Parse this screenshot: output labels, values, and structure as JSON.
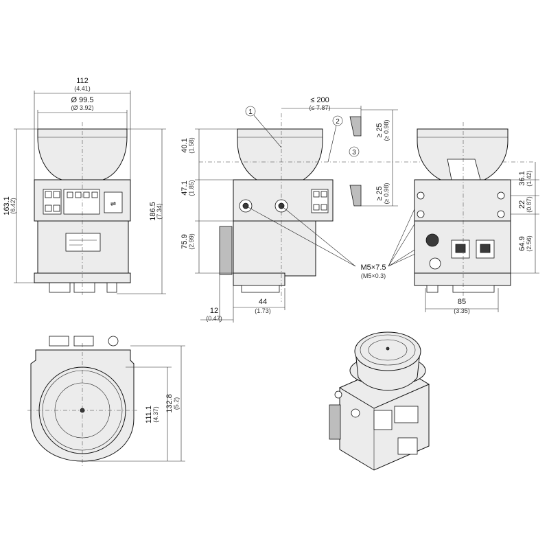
{
  "front_view": {
    "width_overall": "112",
    "width_overall_in": "(4.41)",
    "window_diameter": "Ø 99.5",
    "window_diameter_in": "(Ø 3.92)",
    "height_left": "163.1",
    "height_left_in": "(6.42)",
    "height_right": "186.5",
    "height_right_in": "(7.34)"
  },
  "side_view": {
    "distance": "≤ 200",
    "distance_in": "(≤ 7.87)",
    "h_window": "40.1",
    "h_window_in": "(1.58)",
    "h_upper": "47.1",
    "h_upper_in": "(1.85)",
    "h_lower": "75.9",
    "h_lower_in": "(2.99)",
    "offset": "12",
    "offset_in": "(0.47)",
    "depth": "44",
    "depth_in": "(1.73)",
    "clear_top": "≥ 25",
    "clear_top_in": "(≥ 0.98)",
    "clear_bottom": "≥ 25",
    "clear_bottom_in": "(≥ 0.98)",
    "marker_1": "1",
    "marker_2": "2",
    "marker_3": "3",
    "thread": "M5×7.5",
    "thread_in": "(M5×0.3)"
  },
  "rear_view": {
    "h_a": "36.1",
    "h_a_in": "(1.42)",
    "h_b": "22",
    "h_b_in": "(0.87)",
    "h_c": "64.9",
    "h_c_in": "(2.56)",
    "width": "85",
    "width_in": "(3.35)"
  },
  "top_view": {
    "h_a": "111.1",
    "h_a_in": "(4.37)",
    "h_b": "132.8",
    "h_b_in": "(5.2)"
  },
  "colors": {
    "line": "#111111",
    "housing": "#ececec",
    "window_dark": "#3a3a3a"
  }
}
